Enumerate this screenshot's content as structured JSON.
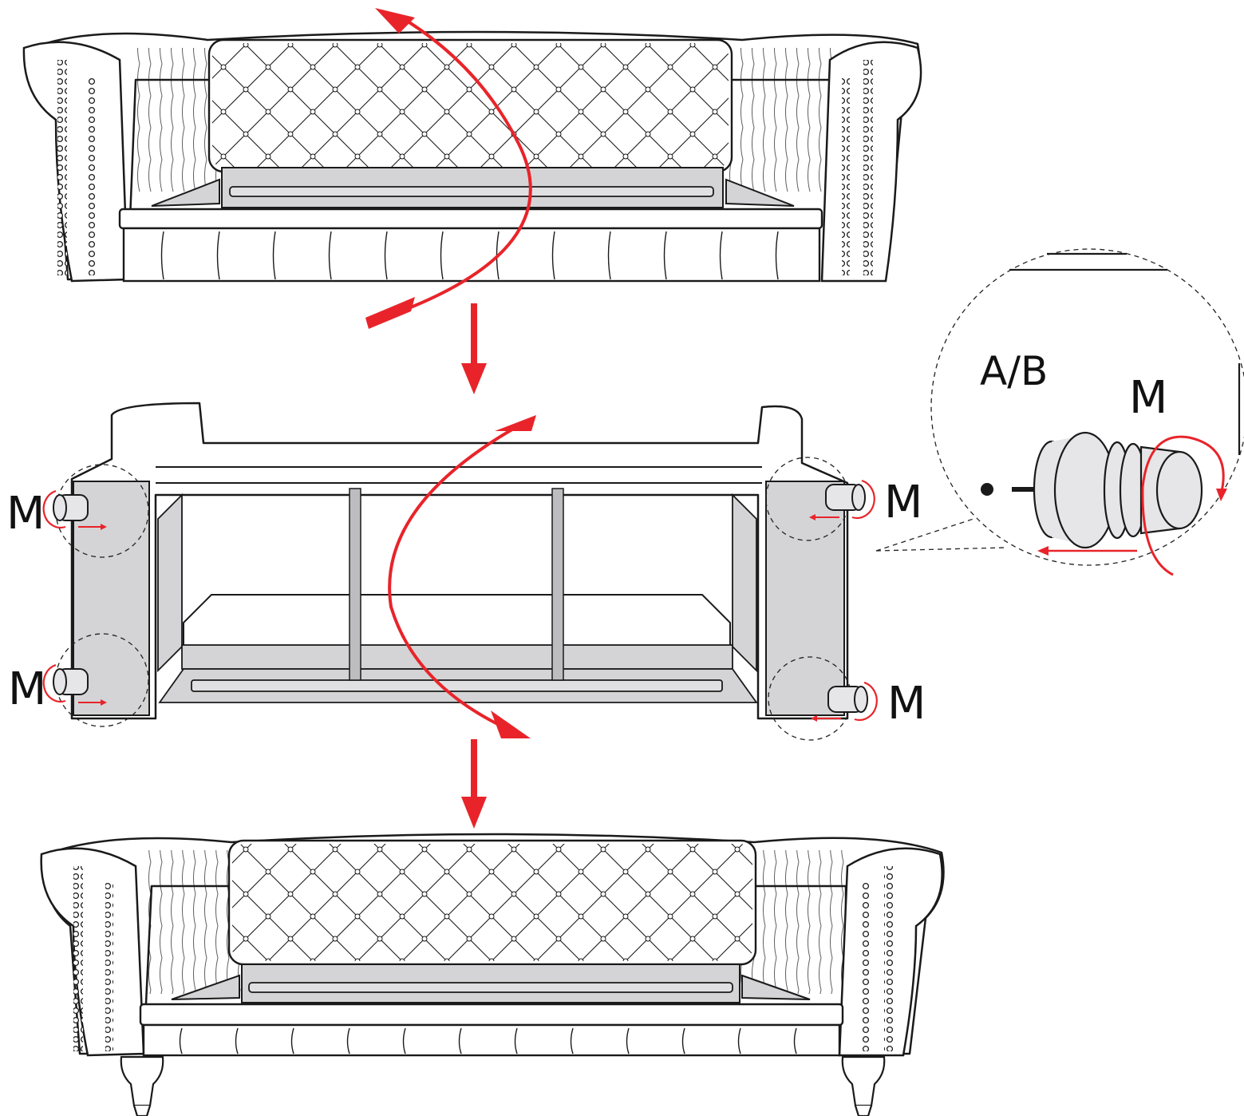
{
  "labels": {
    "detail_part": "A/B",
    "detail_leg": "M",
    "leg_top_left": "M",
    "leg_bottom_left": "M",
    "leg_top_right": "M",
    "leg_bottom_right": "M"
  },
  "colors": {
    "arrow": "#e8242a",
    "panel": "#d4d4d6",
    "line": "#1a1a1a",
    "leg_fill": "#e6e6e8"
  },
  "steps": [
    "sofa-upright-initial",
    "sofa-flipped-attach-legs",
    "sofa-upright-final"
  ],
  "icons": {
    "flip_arrow": "curved-rotate-arrow",
    "step_arrow": "arrow-down",
    "rotate_arrow": "circular-screw-arrow",
    "leg": "turned-wooden-leg"
  }
}
